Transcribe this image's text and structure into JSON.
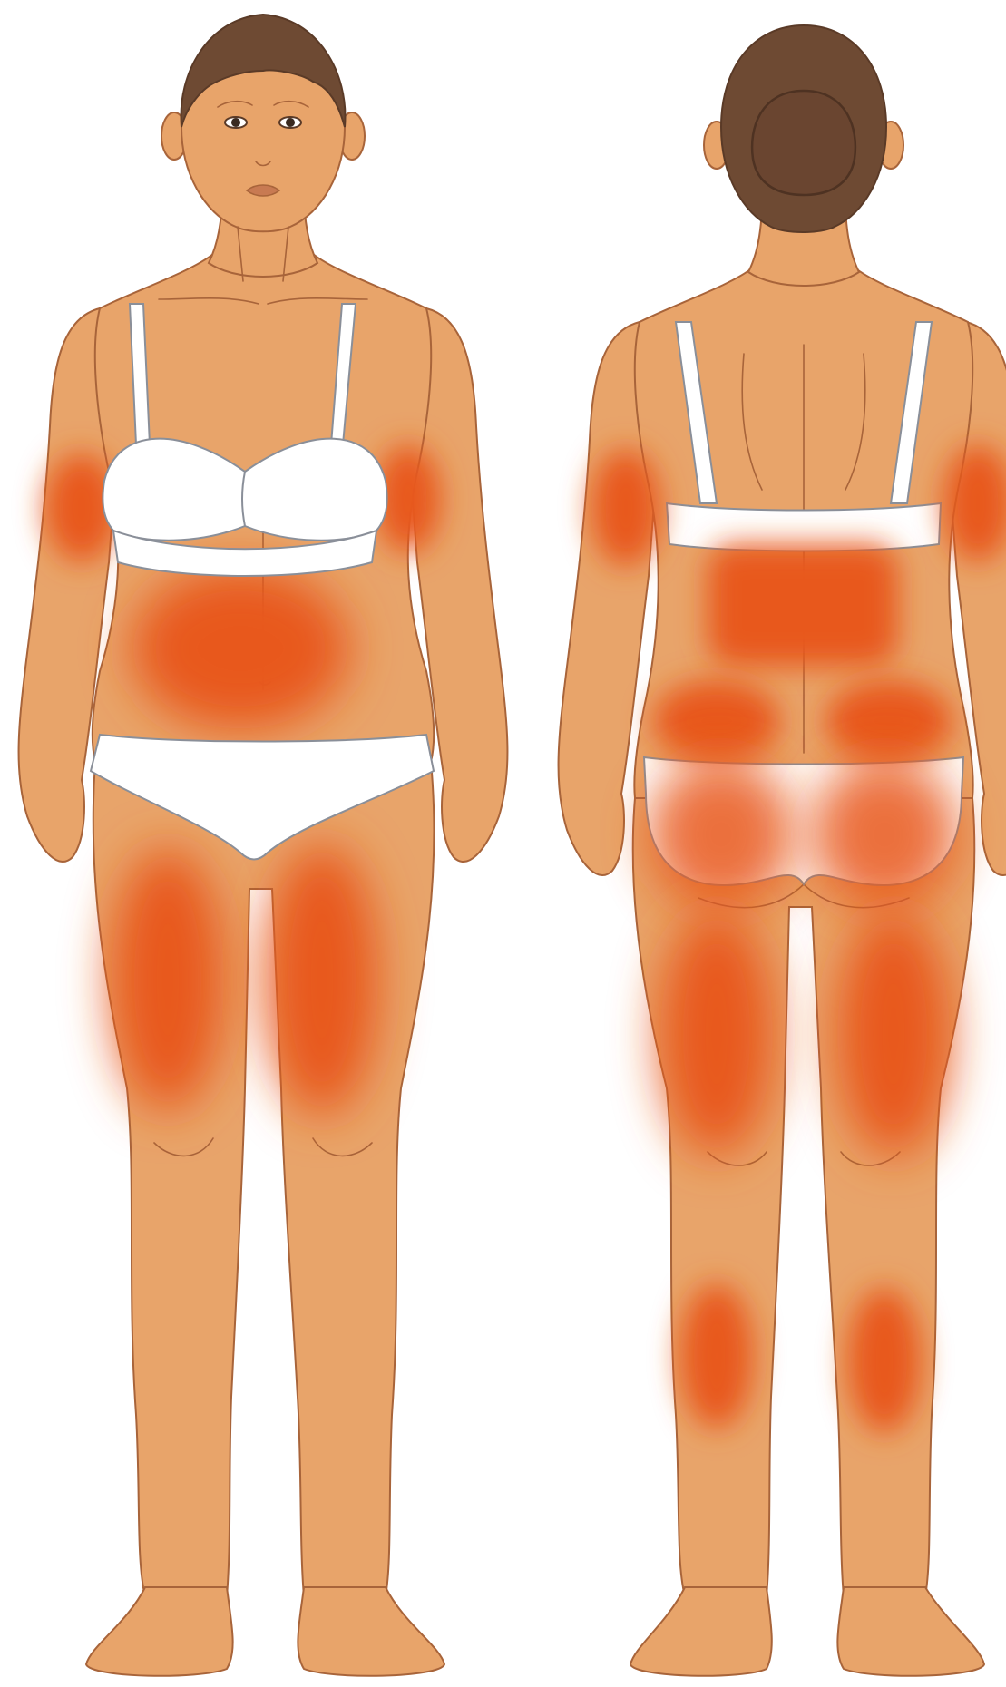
{
  "colors": {
    "background": "#ffffff",
    "skin": "#e8a46a",
    "skin_shadow": "#d98f55",
    "outline": "#a8643a",
    "hair": "#6e4a33",
    "hair_dark": "#5a3a27",
    "underwear": "#ffffff",
    "underwear_outline": "#8a8f99",
    "highlight": "#e8581b"
  },
  "figures": [
    {
      "view": "front"
    },
    {
      "view": "back"
    }
  ],
  "highlight_regions": {
    "front": [
      "upper-arm-right",
      "upper-arm-left",
      "abdomen",
      "thigh-right",
      "thigh-left"
    ],
    "back": [
      "upper-arm-left",
      "upper-arm-right",
      "back",
      "flank-left",
      "flank-right",
      "buttocks",
      "thigh-back-left",
      "thigh-back-right",
      "calf-left",
      "calf-right"
    ]
  }
}
